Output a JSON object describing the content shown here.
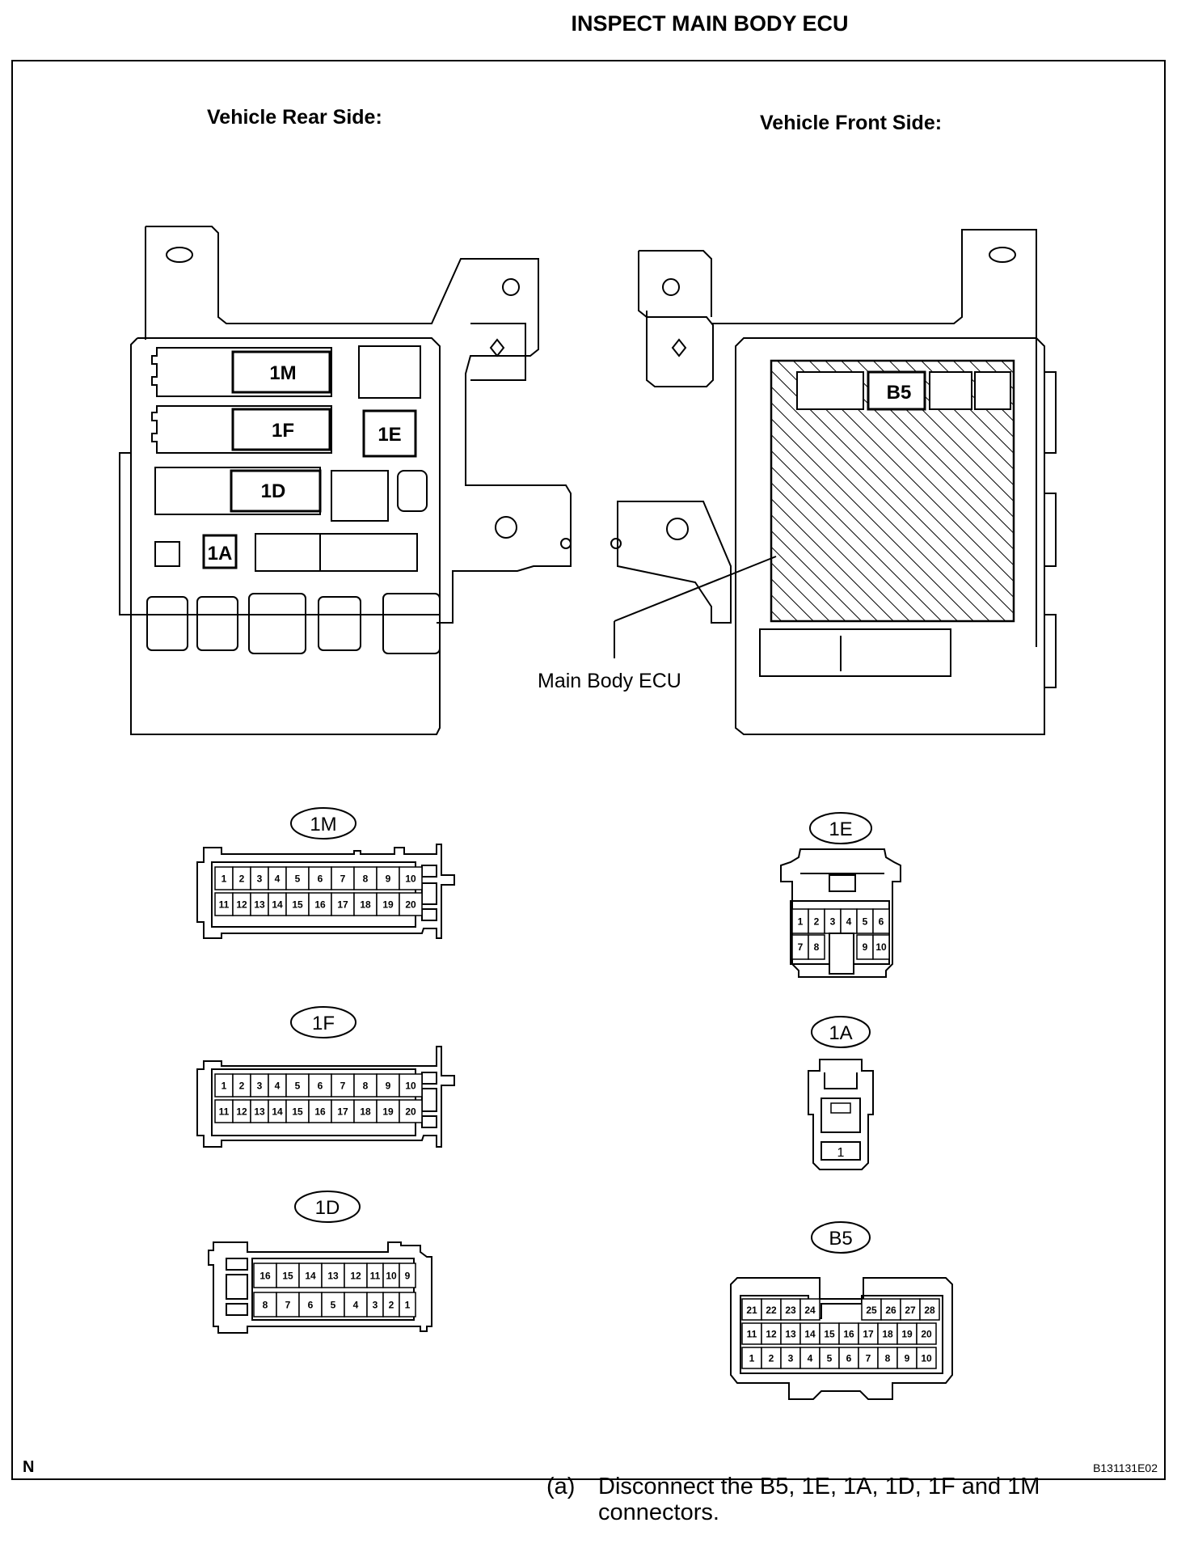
{
  "page": {
    "title": "INSPECT MAIN BODY ECU",
    "corner_left": "N",
    "figure_code": "B131131E02"
  },
  "views": {
    "rear_label": "Vehicle Rear Side:",
    "front_label": "Vehicle Front Side:",
    "ecu_callout": "Main Body ECU"
  },
  "block_connectors": {
    "m": "1M",
    "f": "1F",
    "e": "1E",
    "d": "1D",
    "a": "1A",
    "b5": "B5"
  },
  "connectors": {
    "c1M": {
      "label": "1M",
      "row1": [
        "1",
        "2",
        "3",
        "4",
        "5",
        "6",
        "7",
        "8",
        "9",
        "10"
      ],
      "row2": [
        "11",
        "12",
        "13",
        "14",
        "15",
        "16",
        "17",
        "18",
        "19",
        "20"
      ]
    },
    "c1F": {
      "label": "1F",
      "row1": [
        "1",
        "2",
        "3",
        "4",
        "5",
        "6",
        "7",
        "8",
        "9",
        "10"
      ],
      "row2": [
        "11",
        "12",
        "13",
        "14",
        "15",
        "16",
        "17",
        "18",
        "19",
        "20"
      ]
    },
    "c1D": {
      "label": "1D",
      "row1": [
        "16",
        "15",
        "14",
        "13",
        "12",
        "11",
        "10",
        "9"
      ],
      "row2": [
        "8",
        "7",
        "6",
        "5",
        "4",
        "3",
        "2",
        "1"
      ]
    },
    "c1E": {
      "label": "1E",
      "row1": [
        "1",
        "2",
        "3",
        "4",
        "5",
        "6"
      ],
      "row2": [
        "7",
        "8",
        "9",
        "10"
      ]
    },
    "c1A": {
      "label": "1A",
      "pin": "1"
    },
    "cB5": {
      "label": "B5",
      "row1": [
        "21",
        "22",
        "23",
        "24",
        "25",
        "26",
        "27",
        "28"
      ],
      "row2": [
        "11",
        "12",
        "13",
        "14",
        "15",
        "16",
        "17",
        "18",
        "19",
        "20"
      ],
      "row3": [
        "1",
        "2",
        "3",
        "4",
        "5",
        "6",
        "7",
        "8",
        "9",
        "10"
      ]
    }
  },
  "instruction": {
    "marker": "(a)",
    "text": "Disconnect the B5, 1E, 1A, 1D, 1F and 1M connectors."
  }
}
